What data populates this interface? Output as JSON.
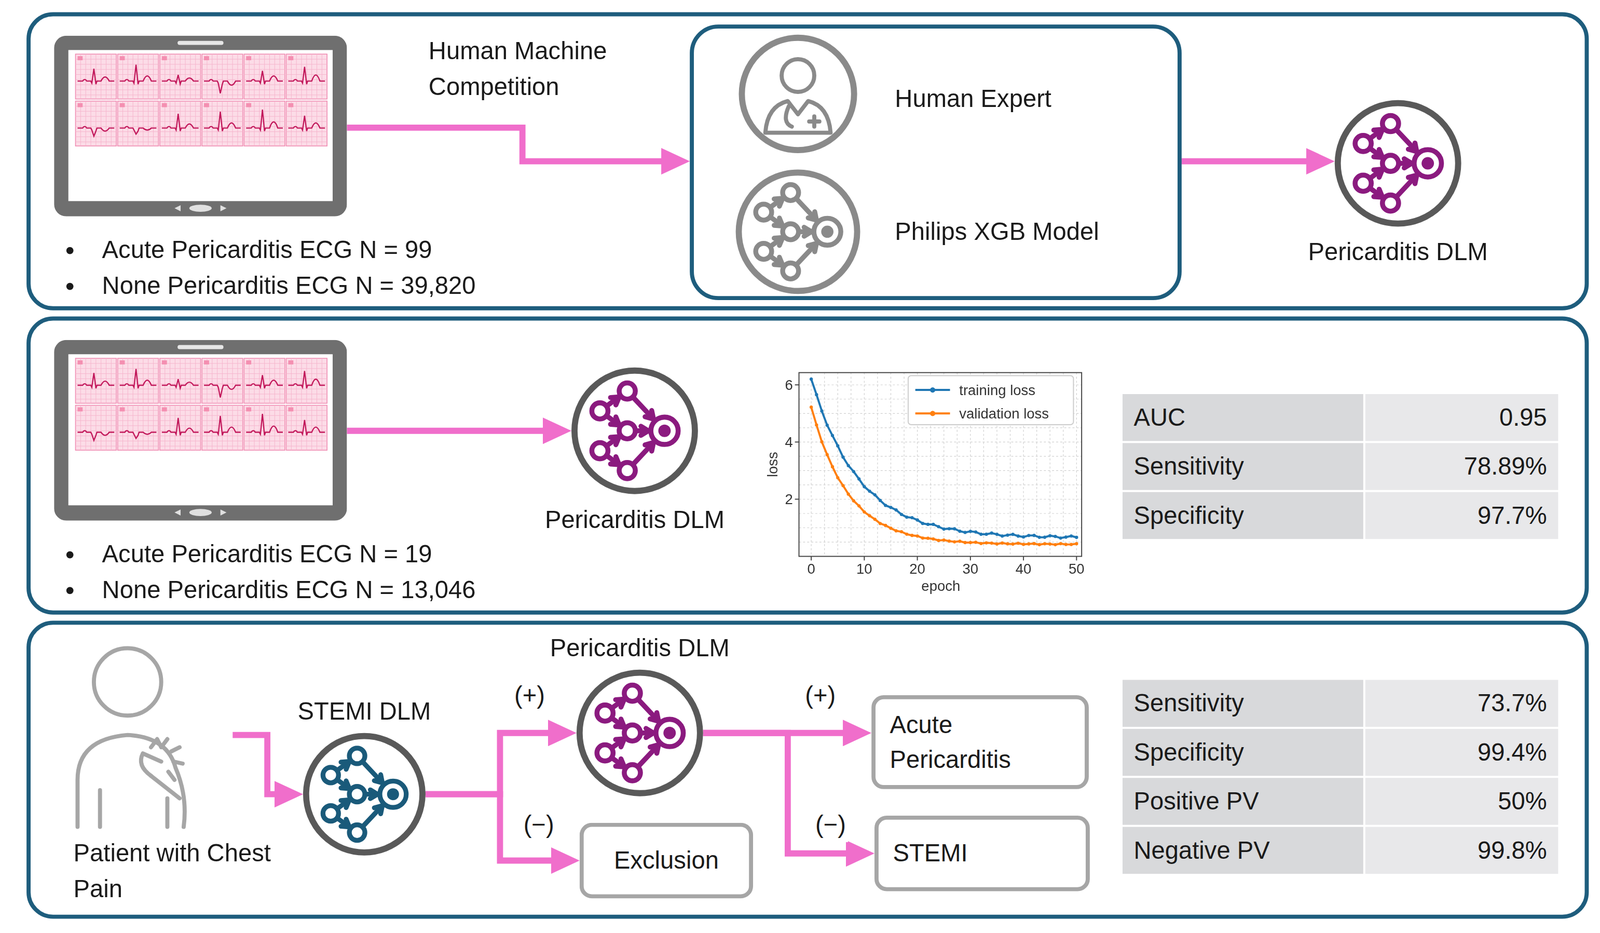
{
  "diagram": {
    "nodes": [
      {
        "text": [
          "Acute Pericarditis ECG N = 99",
          "None Pericarditis ECG N = 39,820"
        ]
      },
      {
        "text": [
          "Human Expert",
          "Philips XGB Model"
        ]
      },
      {
        "text": [
          "Pericarditis DLM"
        ]
      },
      {
        "text": [
          "Acute Pericarditis ECG N = 19",
          "None Pericarditis ECG N = 13,046"
        ]
      },
      {
        "text": [
          "Pericarditis DLM"
        ]
      },
      {
        "text": [
          "Patient with Chest Pain"
        ]
      },
      {
        "text": [
          "STEMI DLM"
        ]
      },
      {
        "text": [
          "Pericarditis DLM"
        ]
      },
      {
        "text": [
          "Exclusion"
        ]
      },
      {
        "text": [
          "Acute Pericarditis"
        ]
      },
      {
        "text": [
          "STEMI"
        ]
      }
    ],
    "edges": [
      {
        "from": 0,
        "to": 1,
        "arrow": "to",
        "label": "Human Machine Competition"
      },
      {
        "from": 1,
        "to": 2,
        "arrow": "to"
      },
      {
        "from": 3,
        "to": 4,
        "arrow": "to"
      },
      {
        "from": 5,
        "to": 6,
        "arrow": "to"
      },
      {
        "from": 6,
        "to": 7,
        "arrow": "to",
        "label": "(+)"
      },
      {
        "from": 6,
        "to": 8,
        "arrow": "to",
        "label": "(−)"
      },
      {
        "from": 7,
        "to": 9,
        "arrow": "to",
        "label": "(+)"
      },
      {
        "from": 7,
        "to": 10,
        "arrow": "to",
        "label": "(−)"
      }
    ],
    "labels": [
      "6",
      "4",
      "2",
      "0",
      "10",
      "20",
      "30",
      "40",
      "50",
      "loss",
      "epoch",
      "AUC",
      "0.95",
      "Sensitivity",
      "78.89%",
      "Specificity",
      "97.7%",
      "Sensitivity",
      "73.7%",
      "Specificity",
      "99.4%",
      "Positive PV",
      "50%",
      "Negative PV",
      "99.8%"
    ],
    "legend": [
      {
        "text": "training loss"
      },
      {
        "text": "validation loss"
      }
    ]
  }
}
